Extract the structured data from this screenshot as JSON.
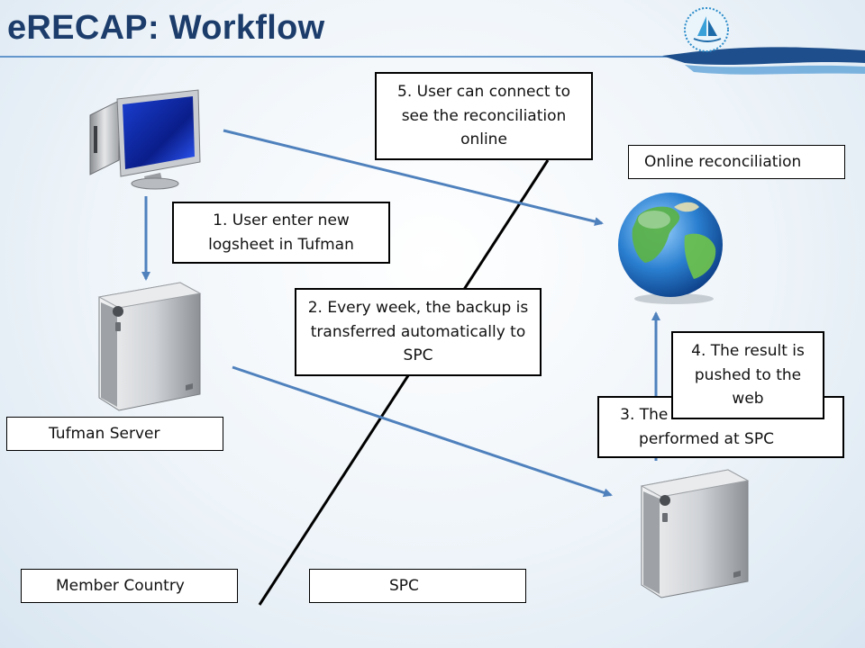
{
  "slide": {
    "title": "eRECAP: Workflow"
  },
  "steps": {
    "step1": "1. User enter new logsheet in Tufman",
    "step2": "2. Every week, the backup is transferred automatically to SPC",
    "step3": "3. The reconciliation is performed at SPC",
    "step4": "4. The result is pushed to the web",
    "step5": "5. User can connect to see the reconciliation online"
  },
  "labels": {
    "tufman_server": "Tufman Server",
    "online_reconciliation": "Online reconciliation",
    "member_country": "Member Country",
    "spc": "SPC"
  },
  "icons": {
    "logo": "spc-logo-icon",
    "computer": "desktop-computer-icon",
    "server_member": "server-tower-icon",
    "server_spc": "server-tower-icon",
    "globe": "globe-icon"
  },
  "colors": {
    "title": "#1c3d6b",
    "arrow": "#4f81bd",
    "divider": "#000000"
  }
}
